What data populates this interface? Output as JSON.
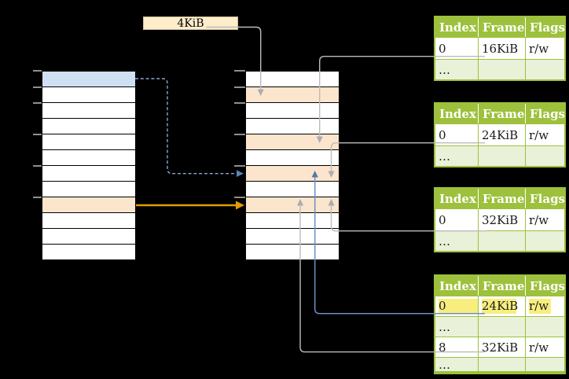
{
  "colors": {
    "background": "#000000",
    "memory_row_white": "#ffffff",
    "memory_row_blue": "#cfe0f3",
    "memory_row_orange": "#fce5cd",
    "table_green": "#9dc13c",
    "table_green_light": "#e9f1d9",
    "table_header_text": "#ffffff",
    "text_black": "#1a1a1a",
    "highlight_yellow": "#f8ee7e",
    "label_bg": "#fdedca",
    "label_border": "#cfc19b",
    "connector_gray": "#bcbcbc",
    "arrowhead_gray": "#a9adb4",
    "connector_blue": "#6d8fc0",
    "arrowhead_blue": "#5377ae",
    "connector_blue_dashed": "#8aa5d2",
    "arrowhead_blue_dashed": "#5e82bb",
    "connector_orange": "#e39c00",
    "tick_gray": "#8f8f8f"
  },
  "chunk_label": "4KiB",
  "memory": {
    "left": {
      "rows": [
        "blue",
        "white",
        "white",
        "white",
        "white",
        "white",
        "white",
        "white",
        "orange",
        "white",
        "white",
        "white"
      ]
    },
    "middle": {
      "rows": [
        "white",
        "orange",
        "white",
        "white",
        "orange",
        "white",
        "orange",
        "white",
        "orange",
        "white",
        "white",
        "white"
      ]
    }
  },
  "page_tables": [
    {
      "headers": [
        "Index",
        "Frame",
        "Flags"
      ],
      "rows": [
        {
          "cells": [
            "0",
            "16KiB",
            "r/w"
          ]
        },
        {
          "cells": [
            "…",
            "",
            ""
          ]
        }
      ]
    },
    {
      "headers": [
        "Index",
        "Frame",
        "Flags"
      ],
      "rows": [
        {
          "cells": [
            "0",
            "24KiB",
            "r/w"
          ]
        },
        {
          "cells": [
            "…",
            "",
            ""
          ]
        }
      ]
    },
    {
      "headers": [
        "Index",
        "Frame",
        "Flags"
      ],
      "rows": [
        {
          "cells": [
            "0",
            "32KiB",
            "r/w"
          ]
        },
        {
          "cells": [
            "…",
            "",
            ""
          ]
        }
      ]
    },
    {
      "headers": [
        "Index",
        "Frame",
        "Flags"
      ],
      "rows": [
        {
          "cells": [
            "0",
            "24KiB",
            "r/w"
          ],
          "highlighted": true
        },
        {
          "cells": [
            "…",
            "",
            ""
          ]
        },
        {
          "cells": [
            "8",
            "32KiB",
            "r/w"
          ]
        },
        {
          "cells": [
            "…",
            "",
            ""
          ]
        }
      ]
    }
  ]
}
